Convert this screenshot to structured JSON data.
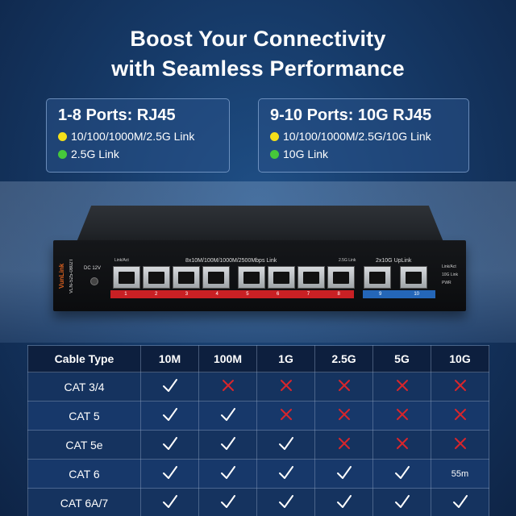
{
  "headline": {
    "line1": "Boost Your Connectivity",
    "line2": "with Seamless Performance"
  },
  "info_boxes": [
    {
      "title": "1-8 Ports: RJ45",
      "rows": [
        {
          "color": "#f4e01a",
          "text": "10/100/1000M/2.5G Link"
        },
        {
          "color": "#46c83a",
          "text": "2.5G Link"
        }
      ]
    },
    {
      "title": "9-10 Ports: 10G RJ45",
      "rows": [
        {
          "color": "#f4e01a",
          "text": "10/100/1000M/2.5G/10G Link"
        },
        {
          "color": "#46c83a",
          "text": "10G Link"
        }
      ]
    }
  ],
  "device": {
    "brand": "VunLink",
    "model": "VLN-S25-0802T",
    "dc_label": "DC 12V",
    "link_act": "Link/Act",
    "port_group_label": "8x10M/100M/1000M/2500Mbps Link",
    "g25_label": "2.5G Link",
    "uplink_label": "2x10G UpLink",
    "legend": [
      "Link/Act",
      "10G Link",
      "PWR"
    ],
    "red_ports": [
      "1",
      "2",
      "3",
      "4",
      "5",
      "6",
      "7",
      "8"
    ],
    "blue_ports": [
      "9",
      "10"
    ]
  },
  "table": {
    "headers": [
      "Cable Type",
      "10M",
      "100M",
      "1G",
      "2.5G",
      "5G",
      "10G"
    ],
    "rows": [
      {
        "type": "CAT 3/4",
        "cells": [
          "check",
          "cross",
          "cross",
          "cross",
          "cross",
          "cross"
        ]
      },
      {
        "type": "CAT 5",
        "cells": [
          "check",
          "check",
          "cross",
          "cross",
          "cross",
          "cross"
        ]
      },
      {
        "type": "CAT 5e",
        "cells": [
          "check",
          "check",
          "check",
          "cross",
          "cross",
          "cross"
        ]
      },
      {
        "type": "CAT 6",
        "cells": [
          "check",
          "check",
          "check",
          "check",
          "check",
          "55m"
        ]
      },
      {
        "type": "CAT 6A/7",
        "cells": [
          "check",
          "check",
          "check",
          "check",
          "check",
          "check"
        ]
      }
    ],
    "colors": {
      "check": "#ffffff",
      "cross": "#d9252b"
    }
  }
}
